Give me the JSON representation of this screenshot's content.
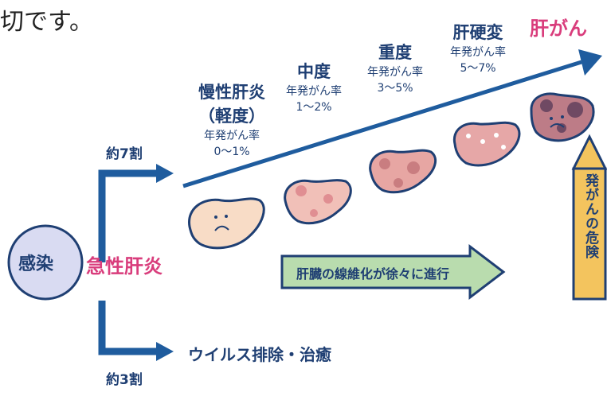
{
  "top_text": "切です。",
  "final_stage": "肝がん",
  "stages": [
    {
      "title": "慢性肝炎",
      "title2": "（軽度）",
      "rate_label": "年発がん率",
      "rate": "0〜1%"
    },
    {
      "title": "中度",
      "rate_label": "年発がん率",
      "rate": "1〜2%"
    },
    {
      "title": "重度",
      "rate_label": "年発がん率",
      "rate": "3〜5%"
    },
    {
      "title": "肝硬変",
      "rate_label": "年発がん率",
      "rate": "5〜7%"
    }
  ],
  "infection": "感染",
  "acute_hepatitis": "急性肝炎",
  "split_70": "約7割",
  "split_30": "約3割",
  "cure": "ウイルス排除・治癒",
  "fibrosis": "肝臓の線維化が徐々に進行",
  "cancer_risk": "発がんの危険",
  "colors": {
    "navy": "#1f5c9e",
    "pink": "#d93d7c",
    "arrow_green": "#b9dcae",
    "arrow_yellow": "#f3c45e",
    "circle_fill": "#d9dbf2"
  }
}
